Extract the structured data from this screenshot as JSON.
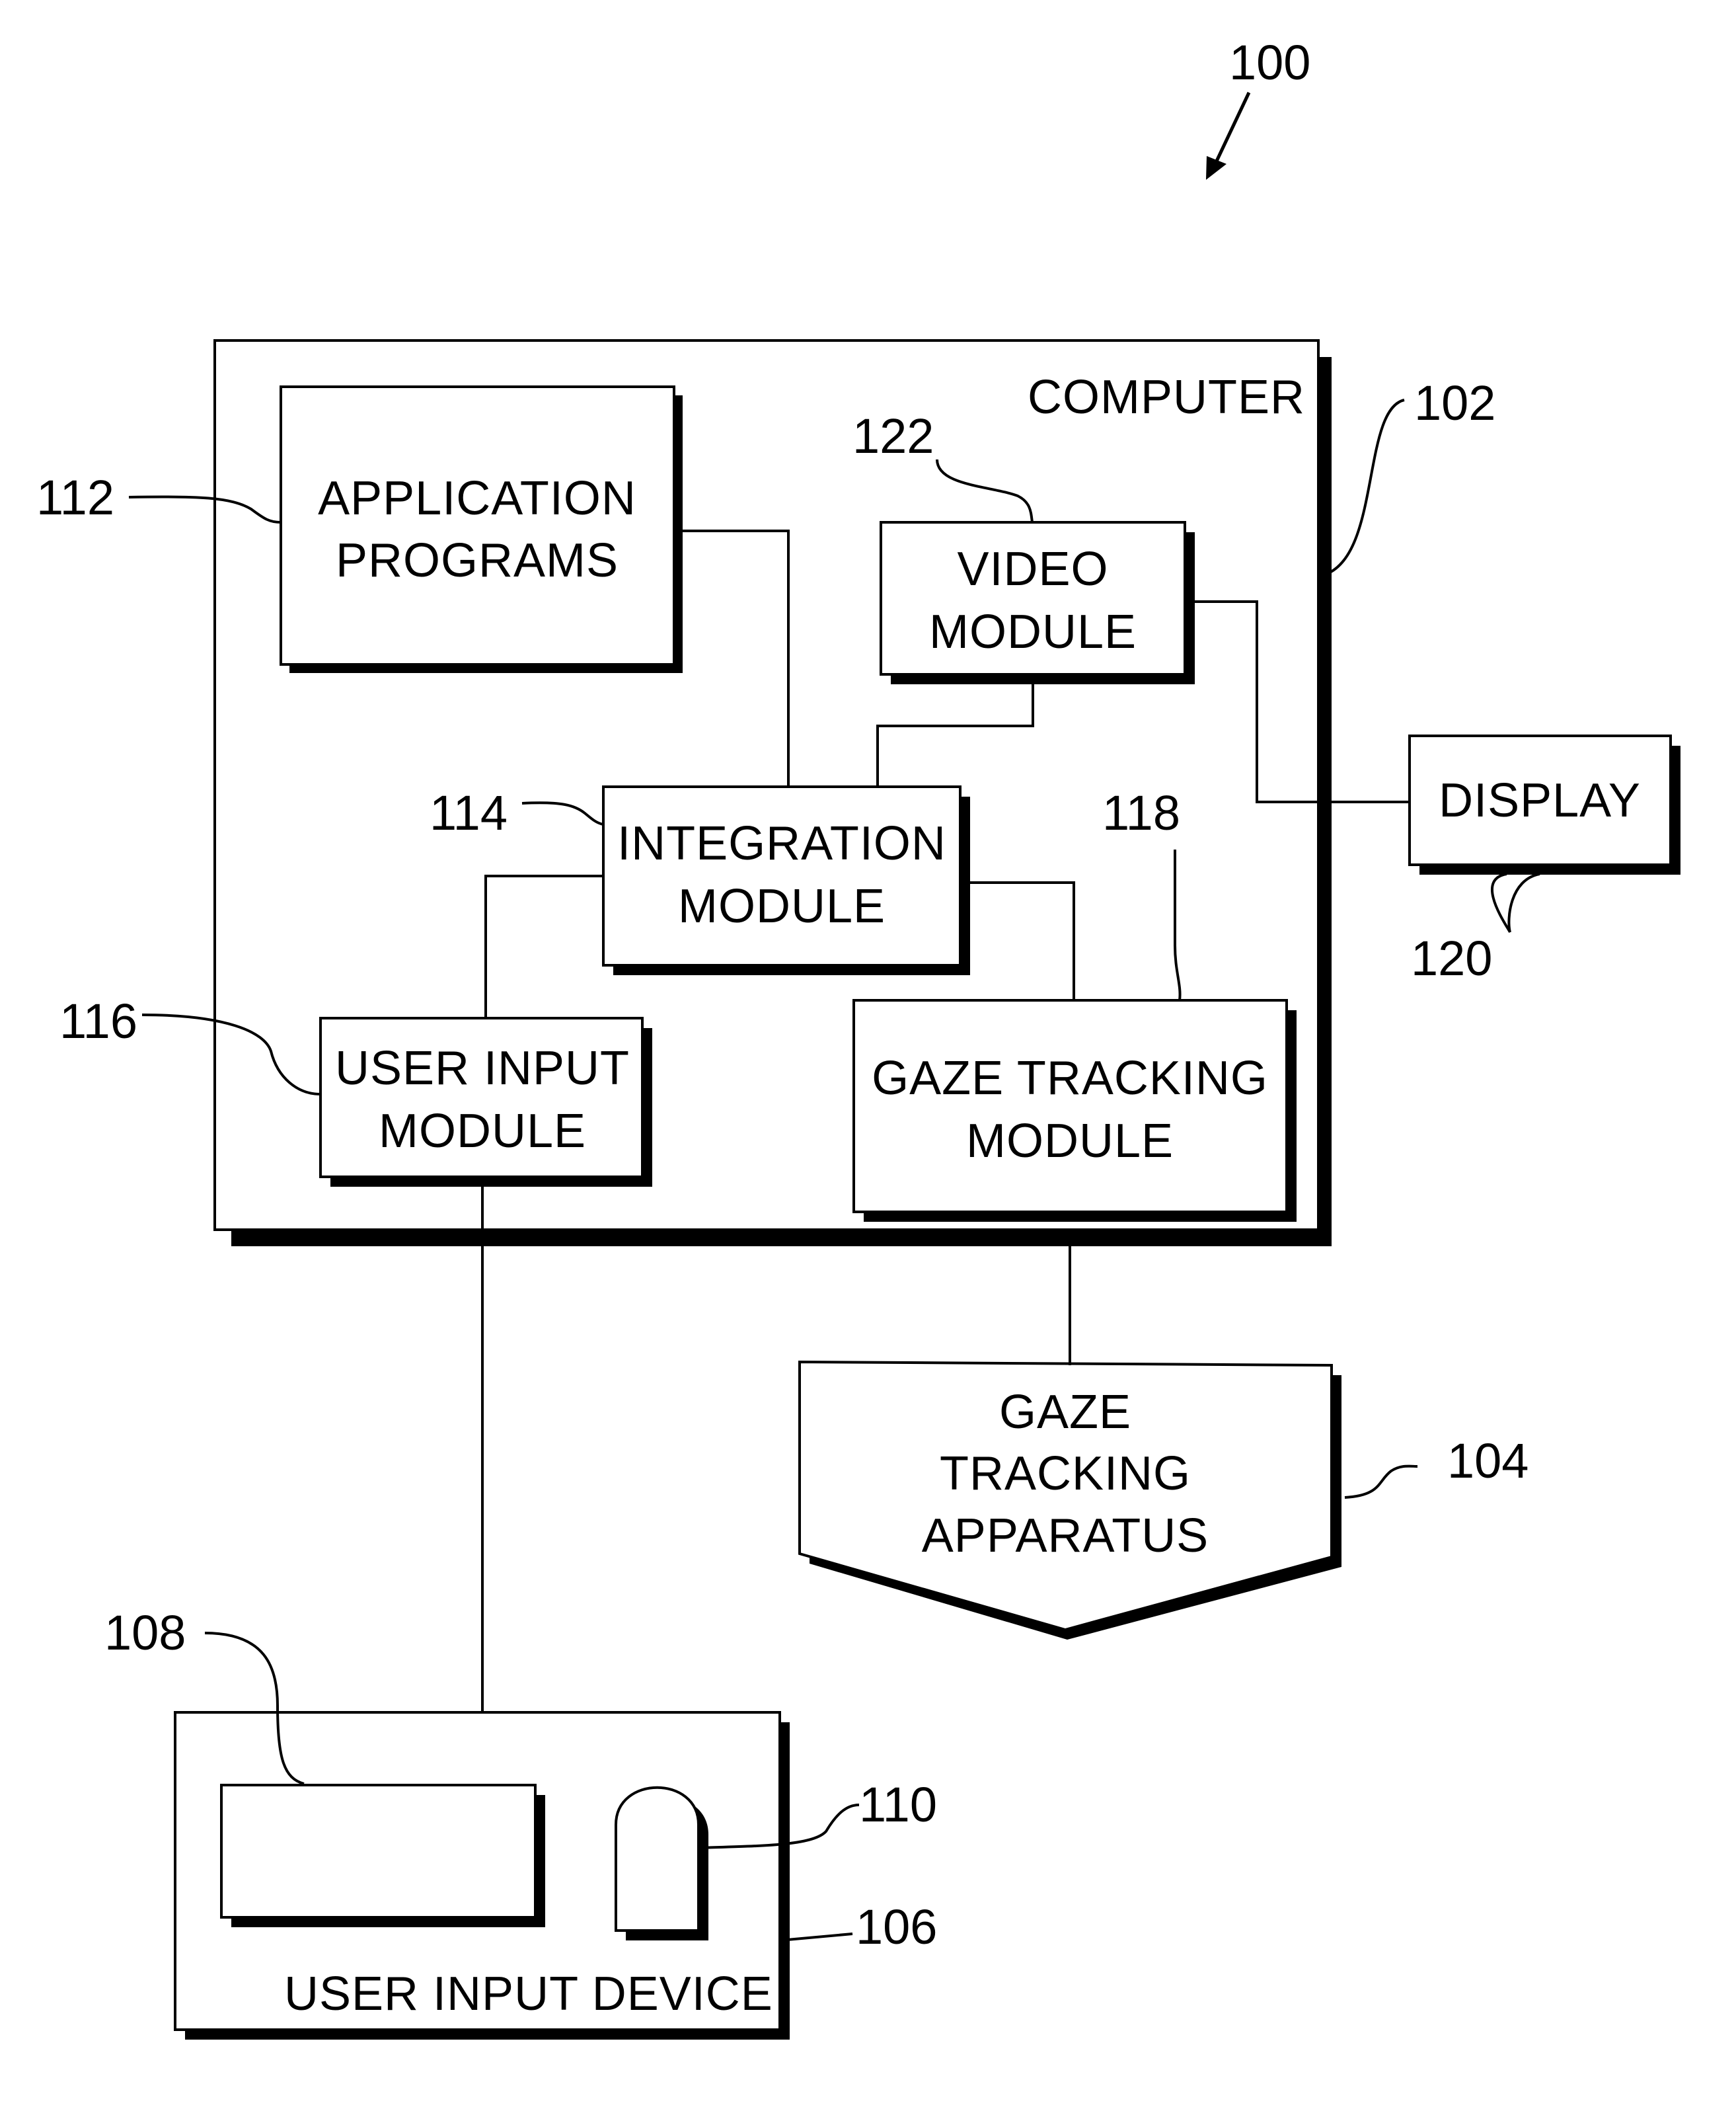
{
  "figure_number": "100",
  "computer": {
    "label": "COMPUTER",
    "ref": "102"
  },
  "application_programs": {
    "line1": "APPLICATION",
    "line2": "PROGRAMS",
    "ref": "112"
  },
  "video_module": {
    "line1": "VIDEO",
    "line2": "MODULE",
    "ref": "122"
  },
  "integration_module": {
    "line1": "INTEGRATION",
    "line2": "MODULE",
    "ref": "114"
  },
  "user_input_module": {
    "line1": "USER INPUT",
    "line2": "MODULE",
    "ref": "116"
  },
  "gaze_tracking_module": {
    "line1": "GAZE TRACKING",
    "line2": "MODULE",
    "ref": "118"
  },
  "display": {
    "label": "DISPLAY",
    "ref": "120"
  },
  "gaze_tracking_apparatus": {
    "line1": "GAZE",
    "line2": "TRACKING",
    "line3": "APPARATUS",
    "ref": "104"
  },
  "user_input_device": {
    "label": "USER INPUT DEVICE",
    "ref": "106",
    "keyboard_ref": "108",
    "mouse_ref": "110"
  }
}
